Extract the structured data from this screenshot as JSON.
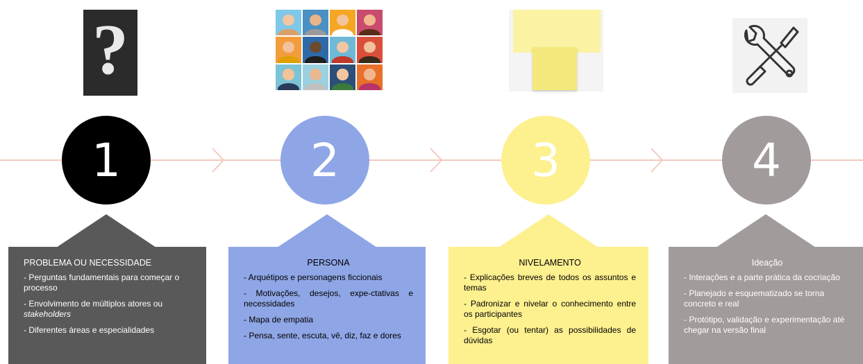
{
  "steps": [
    {
      "number": "1",
      "color": "#000000",
      "title": "PROBLEMA OU NECESSIDADE",
      "items": [
        "- Perguntas fundamentais para começar o processo",
        "- Envolvimento de múltiplos atores ou stakeholders",
        "- Diferentes áreas e especialidades"
      ],
      "icon": "question-mark-icon"
    },
    {
      "number": "2",
      "color": "#8fa6e6",
      "title": "PERSONA",
      "items": [
        "- Arquétipos e personagens ficcionais",
        "- Motivações, desejos, expe-ctativas e necessidades",
        "- Mapa de empatia",
        "- Pensa, sente, escuta, vê, diz,  faz e dores"
      ],
      "icon": "people-grid-icon"
    },
    {
      "number": "3",
      "color": "#fdf08f",
      "title": "NIVELAMENTO",
      "items": [
        "-  Explicações  breves  de  todos  os assuntos e temas",
        "- Padronizar e nivelar o conhecimento entre os participantes",
        "- Esgotar (ou tentar) as possibilidades de dúvidas"
      ],
      "icon": "sticky-notes-icon"
    },
    {
      "number": "4",
      "color": "#a19b9b",
      "title": "Ideação",
      "items": [
        "- Interações e a parte prática da cocriação",
        "- Planejado e esquematizado se torna concreto e real",
        "-  Protótipo, validação e experimentação até chegar na versão final"
      ],
      "icon": "tools-icon"
    }
  ],
  "connector_color": "#f3c9bf"
}
